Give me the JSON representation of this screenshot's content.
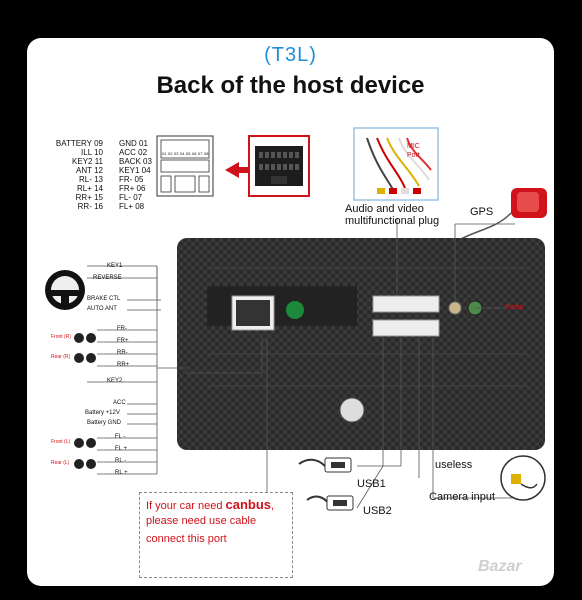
{
  "model": "(T3L)",
  "title": "Back of the host device",
  "left_pins": [
    "BATTERY 09",
    "ILL 10",
    "KEY2 11",
    "ANT 12",
    "RL- 13",
    "RL+ 14",
    "RR+ 15",
    "RR- 16"
  ],
  "right_pins": [
    "GND 01",
    "ACC 02",
    "BACK 03",
    "KEY1 04",
    "FR- 05",
    "FR+ 06",
    "FL- 07",
    "FL+ 08"
  ],
  "pin_numbers_top": [
    "01",
    "02",
    "03",
    "04",
    "05",
    "06",
    "07",
    "08"
  ],
  "mic_label": "MIC\nPort",
  "audio_plug_label_1": "Audio and video",
  "audio_plug_label_2": "multifunctional plug",
  "gps_label": "GPS",
  "radio_label": "Radio",
  "wires": {
    "key1": "KEY1",
    "reverse": "REVERSE",
    "brake": "BRAKE CTL",
    "auto_ant": "AUTO ANT",
    "fr_minus": "FR-",
    "fr_plus": "FR+",
    "rr_minus": "RR-",
    "rr_plus": "RR+",
    "key2": "KEY2",
    "acc": "ACC",
    "battery": "Battery +12V",
    "battery_gnd": "Battery GND",
    "fl_minus": "FL -",
    "fl_plus": "FL +",
    "rl_minus": "RL -",
    "rl_plus": "RL +"
  },
  "speakers": {
    "front_r": "Front (R)",
    "rear_r": "Rear (R)",
    "front_l": "Front (L)",
    "rear_l": "Rear (L)"
  },
  "usb1": "USB1",
  "usb2": "USB2",
  "useless": "useless",
  "camera": "Camera input",
  "note_1": "If your car need ",
  "note_bold": "canbus",
  "note_comma": ",",
  "note_2": "please need use cable",
  "note_3": "connect this port",
  "watermark": "Bazar",
  "colors": {
    "accent_blue": "#1e8fd6",
    "warning_red": "#d0121a",
    "board_dark": "#2b2b2b"
  }
}
